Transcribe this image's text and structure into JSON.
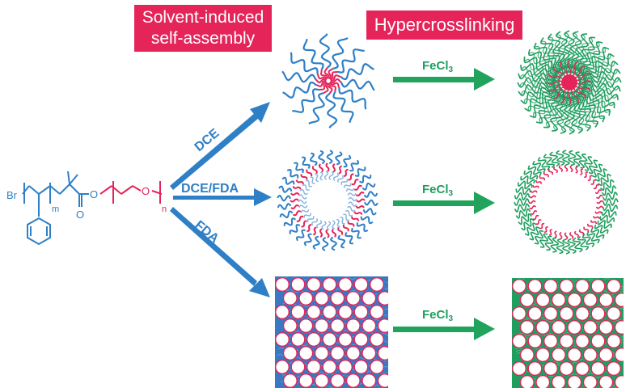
{
  "header": {
    "left_badge_line1": "Solvent-induced",
    "left_badge_line2": "self-assembly",
    "right_badge": "Hypercrosslinking"
  },
  "molecule": {
    "br": "Br",
    "m": "m",
    "o1": "O",
    "o2": "O",
    "o3": "O",
    "n": "n"
  },
  "arrows": {
    "top": "DCE",
    "middle": "DCE/FDA",
    "bottom": "FDA"
  },
  "reagent": {
    "top": "FeCl",
    "middle": "FeCl",
    "bottom": "FeCl",
    "subscript": "3"
  },
  "colors": {
    "blue": "#2f7fc6",
    "magenta": "#e5245a",
    "green": "#1f9e5f",
    "arrow_green": "#22a35c"
  }
}
